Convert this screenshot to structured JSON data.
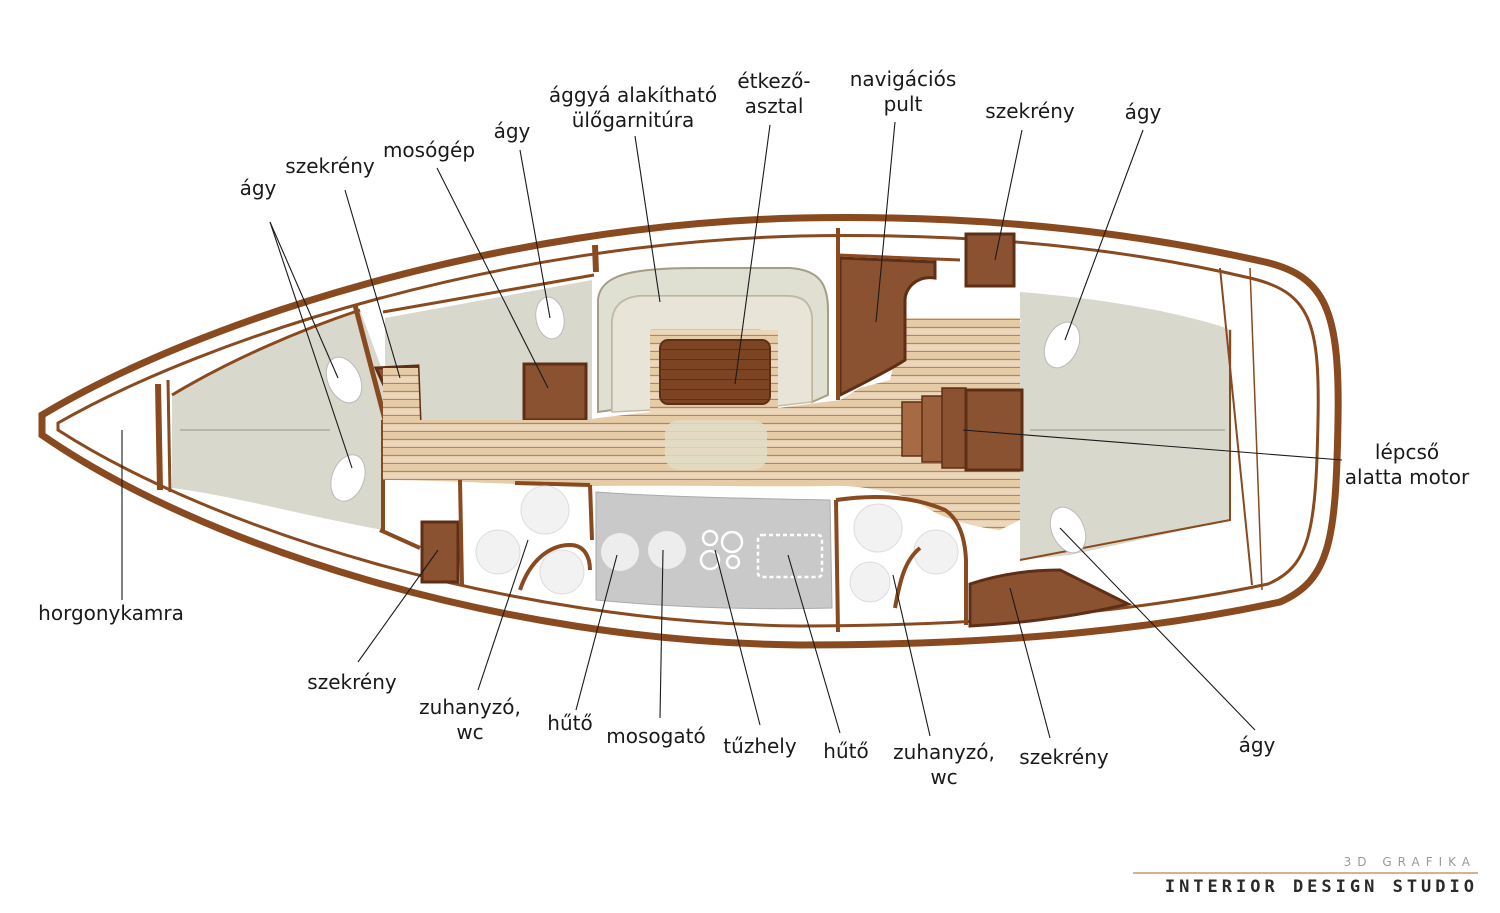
{
  "labels": {
    "horgonykamra": "horgonykamra",
    "agy_front": "ágy",
    "szekreny_front_top": "szekrény",
    "mosogep": "mosógép",
    "agy_top_mid": "ágy",
    "ulogarnitura_1": "ággyá alakítható",
    "ulogarnitura_2": "ülőgarnitúra",
    "etkezo_1": "étkező-",
    "etkezo_2": "asztal",
    "navigacios_1": "navigációs",
    "navigacios_2": "pult",
    "szekreny_aft_top": "szekrény",
    "agy_aft_top": "ágy",
    "lepcso_1": "lépcső",
    "lepcso_2": "alatta motor",
    "szekreny_front_bottom": "szekrény",
    "zuhanyzo_front_1": "zuhanyzó,",
    "zuhanyzo_front_2": "wc",
    "huto_1": "hűtő",
    "mosogato": "mosogató",
    "tuzhely": "tűzhely",
    "huto_2": "hűtő",
    "zuhanyzo_aft_1": "zuhanyzó,",
    "zuhanyzo_aft_2": "wc",
    "szekreny_aft_bottom": "szekrény",
    "agy_aft_bottom": "ágy"
  },
  "branding": {
    "top": "3D GRAFIKA",
    "main": "INTERIOR DESIGN STUDIO"
  },
  "colors": {
    "hull": "#8a4a1f",
    "wood": "#8b5231",
    "floor": "#e8d2b4",
    "bed": "#d9d8cc",
    "galley": "#c9c9c9"
  }
}
